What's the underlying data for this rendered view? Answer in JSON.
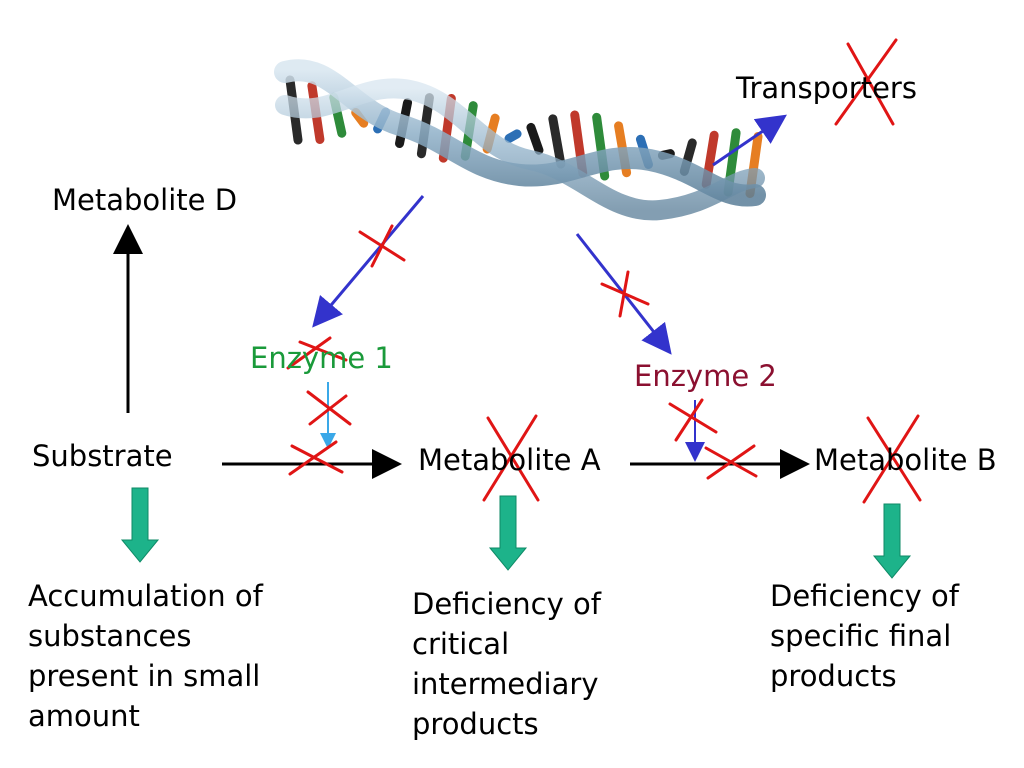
{
  "nodes": {
    "transporters": "Transporters",
    "metabolite_d": "Metabolite D",
    "enzyme1": "Enzyme 1",
    "enzyme2": "Enzyme 2",
    "substrate": "Substrate",
    "metabolite_a": "Metabolite A",
    "metabolite_b": "Metabolite B"
  },
  "outcomes": {
    "substrate_line1": "Accumulation of",
    "substrate_line2": "substances",
    "substrate_line3": "present in small",
    "substrate_line4": "amount",
    "a_line1": "Deficiency of",
    "a_line2": "critical",
    "a_line3": "intermediary",
    "a_line4": "products",
    "b_line1": "Deficiency of",
    "b_line2": "specific final",
    "b_line3": "products"
  },
  "colors": {
    "enzyme1": "#1a9a3a",
    "enzyme2": "#8b1030",
    "gene_arrow": "#3333cc",
    "cross": "#e01515",
    "down_arrow": "#1db38a"
  }
}
